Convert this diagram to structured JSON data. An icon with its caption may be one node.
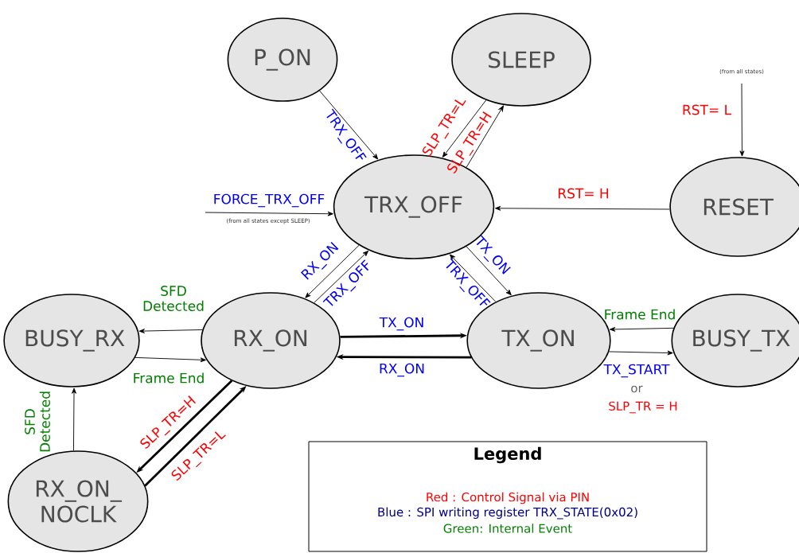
{
  "diagram": {
    "nodes": [
      {
        "text": [
          "P_ON"
        ]
      },
      {
        "text": [
          "SLEEP"
        ]
      },
      {
        "text": [
          "TRX_OFF"
        ]
      },
      {
        "text": [
          "RESET"
        ]
      },
      {
        "text": [
          "BUSY_RX"
        ]
      },
      {
        "text": [
          "RX_ON"
        ]
      },
      {
        "text": [
          "TX_ON"
        ]
      },
      {
        "text": [
          "BUSY_TX"
        ]
      },
      {
        "text": [
          "RX_ON_ NOCLK"
        ]
      },
      {
        "text": [
          "Legend",
          "Red  : Control Signal via PIN",
          "Blue : SPI writing register TRX_STATE(0x02)",
          "Green: Internal Event"
        ]
      }
    ],
    "edges": [
      {
        "from": 0,
        "to": 2,
        "arrow": "to",
        "label": "TRX_OFF"
      },
      {
        "from": 2,
        "to": 1,
        "arrow": "to",
        "label": "SLP_TR=H"
      },
      {
        "from": 1,
        "to": 2,
        "arrow": "to",
        "label": "SLP_TR=L"
      },
      {
        "from": null,
        "to": 2,
        "arrow": "to",
        "label": "FORCE_TRX_OFF"
      },
      {
        "from": null,
        "to": 3,
        "arrow": "to",
        "label": "RST= L"
      },
      {
        "from": 3,
        "to": 2,
        "arrow": "to",
        "label": "RST= H"
      },
      {
        "from": 2,
        "to": 5,
        "arrow": "to",
        "label": "RX_ON"
      },
      {
        "from": 5,
        "to": 2,
        "arrow": "to",
        "label": "TRX_OFF"
      },
      {
        "from": 2,
        "to": 6,
        "arrow": "to",
        "label": "TX_ON"
      },
      {
        "from": 6,
        "to": 2,
        "arrow": "to",
        "label": "TRX_OFF"
      },
      {
        "from": 5,
        "to": 4,
        "arrow": "to",
        "label": "SFD Detected"
      },
      {
        "from": 4,
        "to": 5,
        "arrow": "to",
        "label": "Frame End"
      },
      {
        "from": 5,
        "to": 6,
        "arrow": "to",
        "label": "TX_ON",
        "style": "thick"
      },
      {
        "from": 6,
        "to": 5,
        "arrow": "to",
        "label": "RX_ON",
        "style": "thick"
      },
      {
        "from": 7,
        "to": 6,
        "arrow": "to",
        "label": "Frame End"
      },
      {
        "from": 6,
        "to": 7,
        "arrow": "to",
        "label": "TX_START"
      },
      {
        "from": 5,
        "to": 8,
        "arrow": "to",
        "label": "SLP_TR=H",
        "style": "thick"
      },
      {
        "from": 8,
        "to": 5,
        "arrow": "to",
        "label": "SLP_TR=L",
        "style": "thick"
      },
      {
        "from": 8,
        "to": 4,
        "arrow": "to",
        "label": "SFD Detected"
      }
    ],
    "labels": [
      "(from all states)",
      "(from all states except SLEEP)",
      "or",
      "SLP_TR = H"
    ]
  }
}
